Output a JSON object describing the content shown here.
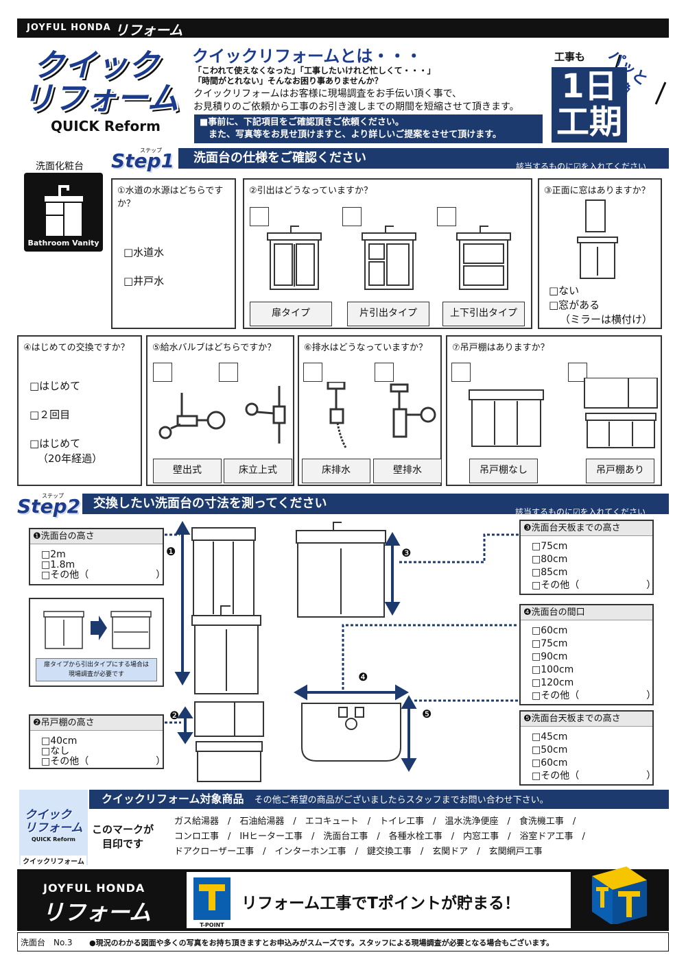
{
  "header": {
    "brand_en": "JOYFUL HONDA",
    "brand_jp": "リフォーム"
  },
  "logo": {
    "line1": "クイック",
    "line2": "リフォーム",
    "line3": "QUICK Reform"
  },
  "intro": {
    "title": "クイックリフォームとは・・・",
    "q1": "「こわれて使えなくなった」「工事したいけれど忙しくて・・・」",
    "q2": "「時間がとれない」そんなお困り事ありませんか？",
    "desc1": "クイックリフォームはお客様に現場調査をお手伝い頂く事で、",
    "desc2": "お見積りのご依頼から工事のお引き渡しまでの期間を短縮させて頂きます。",
    "note1": "■事前に、下記項目をご確認頂きご依頼ください。",
    "note2": "　また、写真等をお見せ頂けますと、より詳しいご提案をさせて頂けます。"
  },
  "badge": {
    "koji": "工事も",
    "pat": "パッと",
    "kokan": "交換",
    "day1": "1日",
    "day2": "工期"
  },
  "category": {
    "label": "洗面化粧台",
    "caption": "Bathroom Vanity"
  },
  "step1": {
    "ruby": "ステップ",
    "word": "Step1",
    "title": "洗面台の仕様をご確認ください",
    "hint": "該当するものに☑を入れてください"
  },
  "q1": {
    "title": "①水道の水源はどちらですか？",
    "opt1": "□水道水",
    "opt2": "□井戸水"
  },
  "q2": {
    "title": "②引出はどうなっていますか？",
    "lab1": "扉タイプ",
    "lab2": "片引出タイプ",
    "lab3": "上下引出タイプ"
  },
  "q3": {
    "title": "③正面に窓はありますか？",
    "opt1": "□ない",
    "opt2": "□窓がある",
    "opt3": "（ミラーは横付け）"
  },
  "q4": {
    "title": "④はじめての交換ですか？",
    "opt1": "□はじめて",
    "opt2": "□２回目",
    "opt3": "□はじめて",
    "opt4": "（20年経過）"
  },
  "q5": {
    "title": "⑤給水バルブはどちらですか？",
    "lab1": "壁出式",
    "lab2": "床立上式"
  },
  "q6": {
    "title": "⑥排水はどうなっていますか？",
    "lab1": "床排水",
    "lab2": "壁排水"
  },
  "q7": {
    "title": "⑦吊戸棚はありますか？",
    "lab1": "吊戸棚なし",
    "lab2": "吊戸棚あり"
  },
  "step2": {
    "ruby": "ステップ",
    "word": "Step2",
    "title": "交換したい洗面台の寸法を測ってください",
    "hint": "該当するものに☑を入れてください"
  },
  "m1": {
    "title": "❶洗面台の高さ",
    "o1": "□2m",
    "o2": "□1.8m",
    "o3": "□その他（　　　　　　　）"
  },
  "m2": {
    "title": "❷吊戸棚の高さ",
    "o1": "□40cm",
    "o2": "□なし",
    "o3": "□その他（　　　　　　　）"
  },
  "m3": {
    "title": "❸洗面台天板までの高さ",
    "o1": "□75cm",
    "o2": "□80cm",
    "o3": "□85cm",
    "o4": "□その他（　　　　　　　）"
  },
  "m4": {
    "title": "❹洗面台の間口",
    "o1": "□60cm",
    "o2": "□75cm",
    "o3": "□90cm",
    "o4": "□100cm",
    "o5": "□120cm",
    "o6": "□その他（　　　　　　　）"
  },
  "m5": {
    "title": "❺洗面台天板までの高さ",
    "o1": "□45cm",
    "o2": "□50cm",
    "o3": "□60cm",
    "o4": "□その他（　　　　　　　）"
  },
  "markers": {
    "n1": "❶",
    "n2": "❷",
    "n3": "❸",
    "n4": "❹",
    "n5": "❺"
  },
  "convert_note": {
    "line1": "扉タイプから引出タイプにする場合は",
    "line2": "現場調査が必要です"
  },
  "products": {
    "title": "クイックリフォーム対象商品",
    "sub": "その他ご希望の商品がございましたらスタッフまでお問い合わせ下さい。",
    "mark1": "このマークが",
    "mark2": "目印です",
    "logo_cap": "クイックリフォーム",
    "row1": "ガス給湯器　/　石油給湯器　/　エコキュート　/　トイレ工事　/　温水洗浄便座　/　食洗機工事　/",
    "row2": "コンロ工事　/　IHヒーター工事　/　洗面台工事　/　各種水栓工事　/　内窓工事　/　浴室ドア工事　/",
    "row3": "ドアクローザー工事　/　インターホン工事　/　鍵交換工事　/　玄関ドア　/　玄関網戸工事"
  },
  "tpoint": {
    "brand_en": "JOYFUL HONDA",
    "brand_jp": "リフォーム",
    "label": "T-POINT",
    "message": "リフォーム工事でTポイントが貯まる！"
  },
  "footer": {
    "left": "洗面台　No.3",
    "note": "●現況のわかる図面や多くの写真をお持ち頂きますとお申込みがスムーズです。スタッフによる現場調査が必要となる場合もございます。"
  },
  "colors": {
    "navy": "#1d3a6e",
    "brand_blue": "#1b3b8f",
    "tpoint_blue": "#0b5fb0",
    "tpoint_yellow": "#f6c500"
  }
}
